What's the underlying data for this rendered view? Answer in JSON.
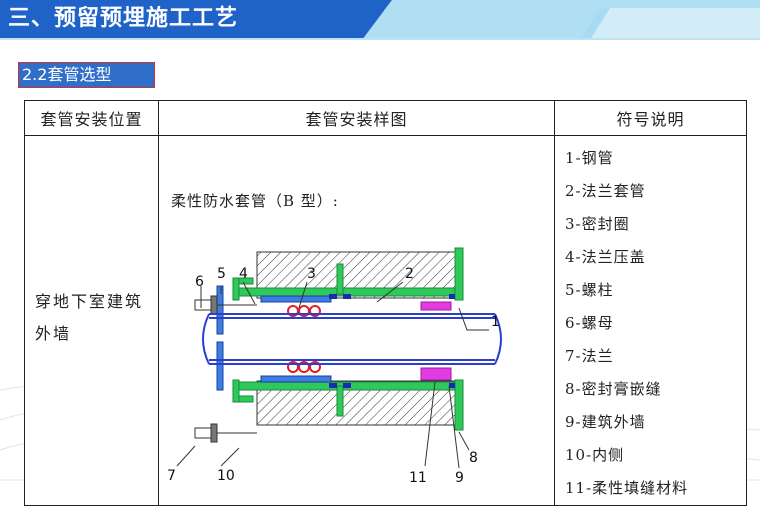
{
  "header": {
    "title": "三、预留预埋施工工艺"
  },
  "section": {
    "label": "2.2套管选型"
  },
  "table": {
    "headers": [
      "套管安装位置",
      "套管安装样图",
      "符号说明"
    ],
    "location": {
      "line1": "穿地下室建筑",
      "line2": "外墙"
    },
    "diagram": {
      "caption": "柔性防水套管（B 型）:",
      "callouts": [
        "1",
        "2",
        "3",
        "4",
        "5",
        "6",
        "7",
        "8",
        "9",
        "10",
        "11"
      ]
    },
    "legend": [
      "1-钢管",
      "2-法兰套管",
      "3-密封圈",
      "4-法兰压盖",
      "5-螺柱",
      "6-螺母",
      "7-法兰",
      "8-密封膏嵌缝",
      "9-建筑外墙",
      "10-内侧",
      "11-柔性填缝材料"
    ]
  },
  "colors": {
    "header_blue": "#1f63c8",
    "label_blue": "#2f6fc9",
    "flange_green": "#2ec95a",
    "pipe_blue": "#2a3fd0",
    "sealant_magenta": "#e23be0",
    "seal_red": "#e02020"
  }
}
